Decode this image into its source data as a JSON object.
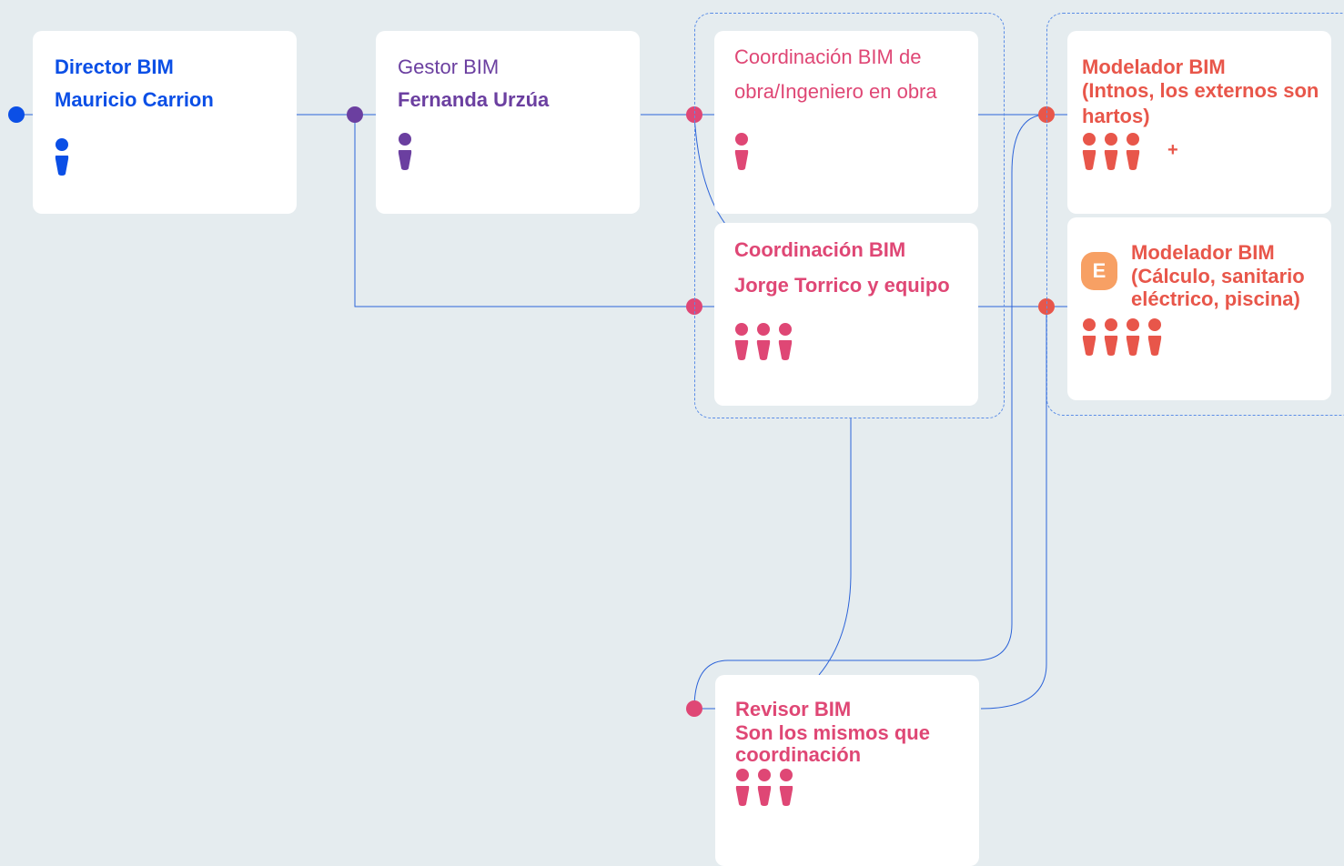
{
  "colors": {
    "background": "#e5ecef",
    "connector": "#2c63d8",
    "director": "#0b4fe6",
    "gestor": "#6b3fa0",
    "coordinacion": "#df4775",
    "modelador": "#e8564a",
    "badge": "#f7a064"
  },
  "cards": {
    "director": {
      "title": "Director BIM",
      "name": "Mauricio Carrion",
      "people": 1,
      "icon": "person-icon"
    },
    "gestor": {
      "title": "Gestor BIM",
      "name": "Fernanda Urzúa",
      "people": 1,
      "icon": "person-icon"
    },
    "coord_obra": {
      "line1": "Coordinación BIM de",
      "line2": "obra/Ingeniero en obra",
      "people": 1,
      "icon": "person-icon"
    },
    "coord_bim": {
      "title": "Coordinación BIM",
      "name": "Jorge Torrico y equipo",
      "people": 3,
      "icon": "person-icon"
    },
    "mod_internos": {
      "line1": "Modelador BIM",
      "line2": "(Intnos, los externos son",
      "line3": "hartos)",
      "people": 3,
      "extra": "+",
      "icon": "person-icon"
    },
    "mod_externos": {
      "badge": "E",
      "line1": "Modelador BIM",
      "line2": "(Cálculo, sanitario",
      "line3": "eléctrico, piscina)",
      "people": 4,
      "icon": "person-icon"
    },
    "revisor": {
      "line1": "Revisor BIM",
      "line2": "Son los mismos que",
      "line3": "coordinación",
      "people": 3,
      "icon": "person-icon"
    }
  }
}
